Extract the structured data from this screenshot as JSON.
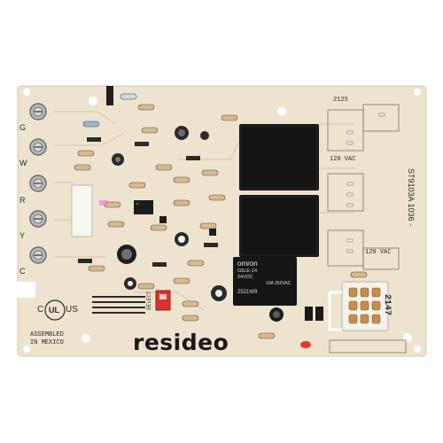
{
  "board": {
    "brand": "resideo",
    "part_number": "ST9103A 1036 -",
    "date_code": "2147",
    "origin_line1": "ASSEMBLED",
    "origin_line2": "IN MEXICO",
    "cert_c": "C",
    "cert_ul": "UL",
    "cert_us": "US",
    "terminals": [
      "G",
      "W",
      "R",
      "Y",
      "C"
    ],
    "voltage_label_1": "120 VAC",
    "voltage_label_2": "120 VAC",
    "header_text": "2125",
    "select_label": "SELECT",
    "relay": {
      "brand": "omron",
      "model": "G5LE-14",
      "coil": "24VDC",
      "ratings": "10A 250VAC",
      "code": "2521W9"
    }
  },
  "colors": {
    "background": "#ffffff",
    "pcb": "#ede3cf",
    "relay_black": "#141414",
    "relay_white": "#f2f2ee",
    "connector": "#f4f2ec",
    "dip_switch": "#d8332c",
    "led": "#e23a2a"
  }
}
